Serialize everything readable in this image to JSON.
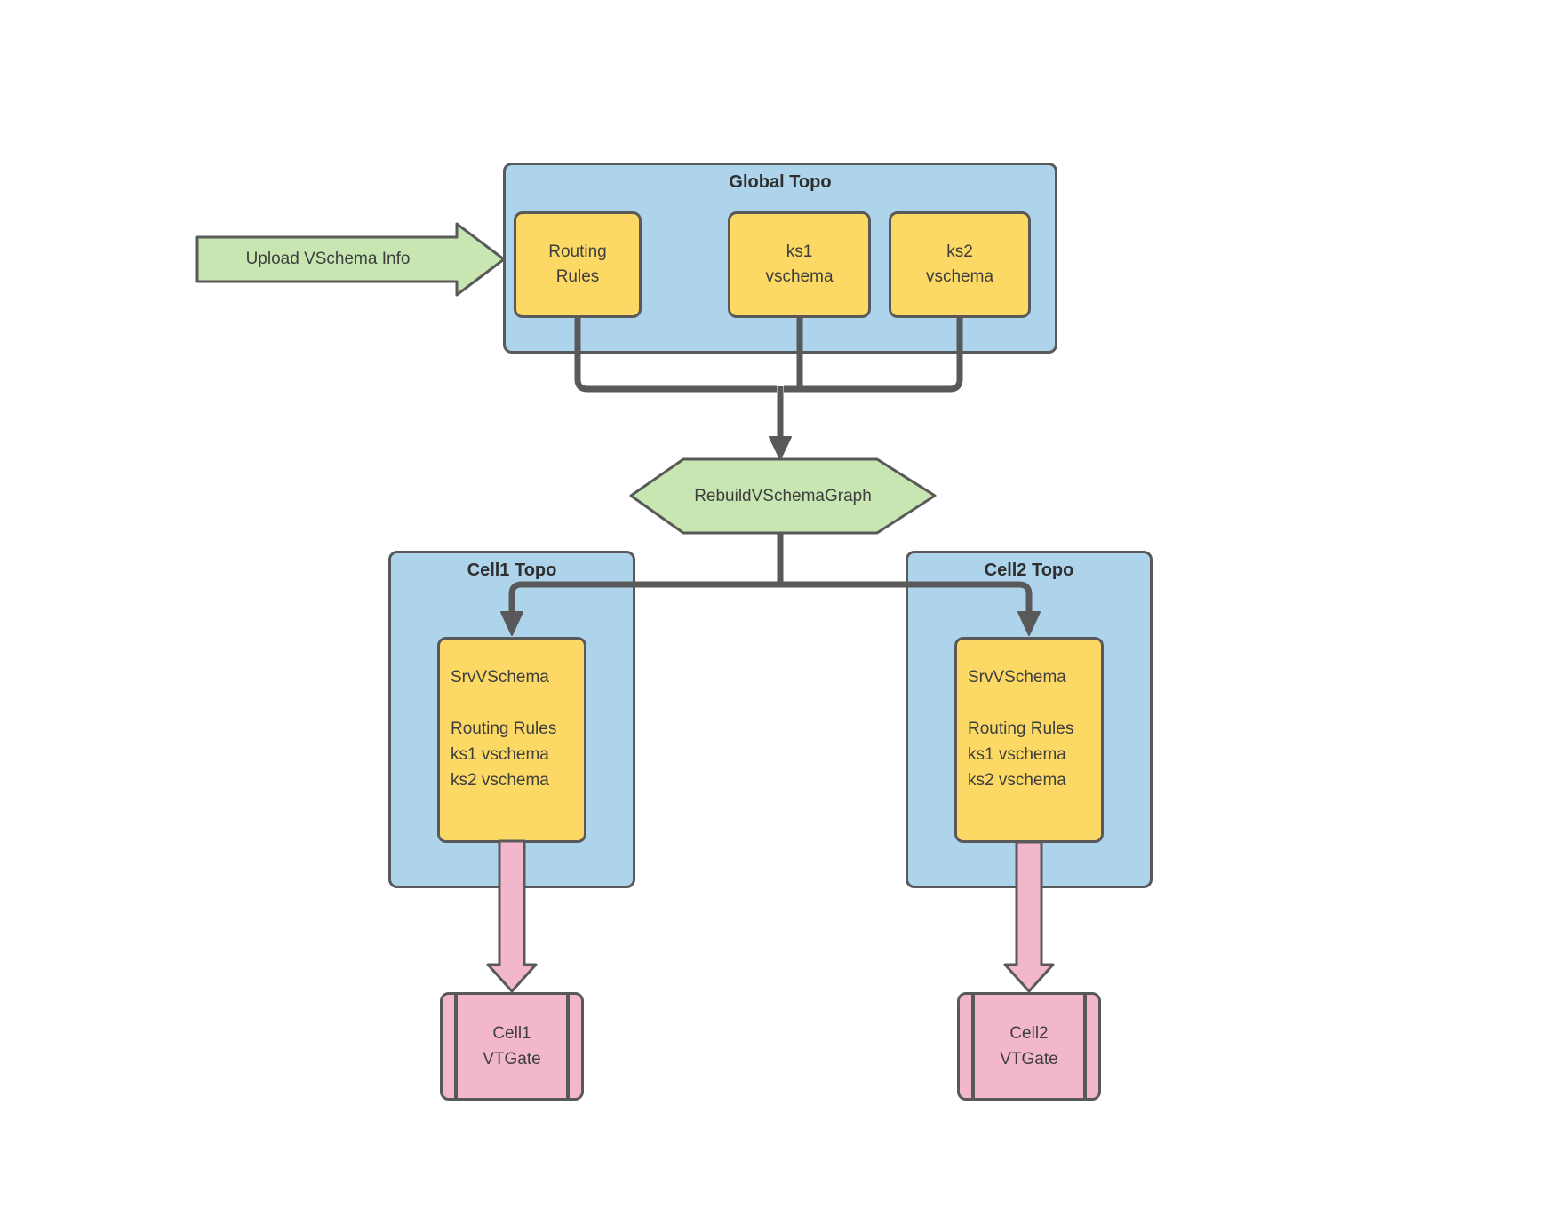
{
  "colors": {
    "container_fill": "#AED4EC",
    "node_fill": "#FBD964",
    "green_fill": "#C8E6B2",
    "pink_fill": "#F2B7CB",
    "stroke": "#595959",
    "text": "#3E3E3E"
  },
  "upload_arrow": {
    "label": "Upload VSchema Info"
  },
  "global_topo": {
    "title": "Global Topo",
    "nodes": [
      {
        "label": "Routing\nRules"
      },
      {
        "label": "ks1\nvschema"
      },
      {
        "label": "ks2\nvschema"
      }
    ]
  },
  "rebuild_step": {
    "label": "RebuildVSchemaGraph"
  },
  "cells": [
    {
      "title": "Cell1 Topo",
      "srv_vschema": "SrvVSchema\n\nRouting Rules\nks1 vschema\nks2 vschema",
      "vtgate": "Cell1\nVTGate"
    },
    {
      "title": "Cell2 Topo",
      "srv_vschema": "SrvVSchema\n\nRouting Rules\nks1 vschema\nks2 vschema",
      "vtgate": "Cell2\nVTGate"
    }
  ]
}
